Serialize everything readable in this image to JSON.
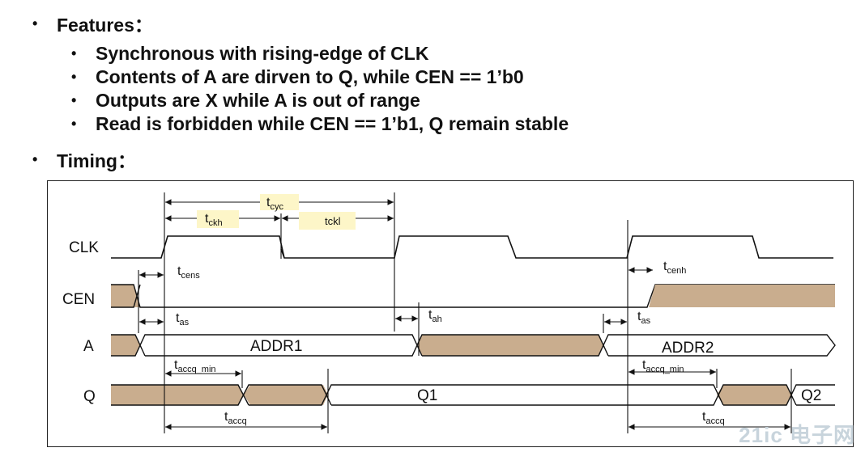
{
  "features": {
    "heading": "Features：",
    "items": [
      "Synchronous with rising-edge of CLK",
      "Contents of A are dirven to Q, while CEN == 1’b0",
      "Outputs are X while A is out of range",
      "Read is forbidden while CEN == 1’b1, Q remain stable"
    ]
  },
  "timing": {
    "heading": "Timing："
  },
  "diagram": {
    "signals": {
      "clk": "CLK",
      "cen": "CEN",
      "a": "A",
      "q": "Q"
    },
    "bus_values": {
      "addr1": "ADDR1",
      "addr2": "ADDR2",
      "q1": "Q1",
      "q2": "Q2"
    },
    "timing_labels": {
      "cyc": {
        "main": "t",
        "sub": "cyc"
      },
      "ckh": {
        "main": "t",
        "sub": "ckh"
      },
      "ckl": {
        "main": "tckl",
        "sub": ""
      },
      "cens": {
        "main": "t",
        "sub": "cens"
      },
      "cenh": {
        "main": "t",
        "sub": "cenh"
      },
      "as1": {
        "main": "t",
        "sub": "as"
      },
      "ah": {
        "main": "t",
        "sub": "ah"
      },
      "as2": {
        "main": "t",
        "sub": "as"
      },
      "accq_min1": {
        "main": "t",
        "sub": "accq_min"
      },
      "accq_min2": {
        "main": "t",
        "sub": "accq_min"
      },
      "accq1": {
        "main": "t",
        "sub": "accq"
      },
      "accq2": {
        "main": "t",
        "sub": "accq"
      }
    },
    "colors": {
      "undefined_fill": "#c9ad8e",
      "label_box": "#fdf6c8",
      "line": "#111111"
    }
  },
  "watermark": "21ic 电子网"
}
